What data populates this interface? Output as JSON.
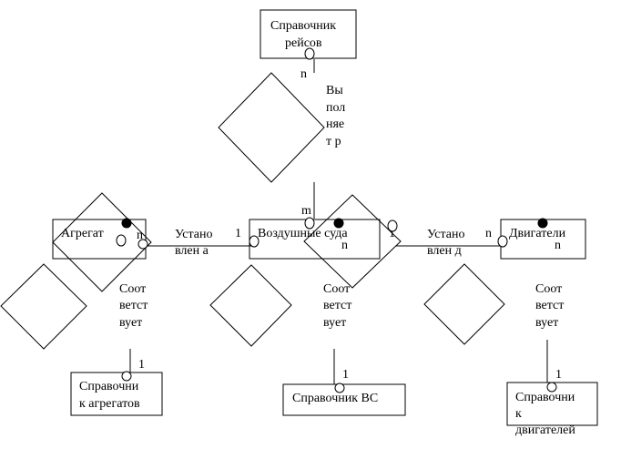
{
  "entities": {
    "flights": {
      "lines": [
        "Справочник",
        "рейсов"
      ]
    },
    "aggregate": {
      "lines": [
        "Агрегат"
      ]
    },
    "aircraft": {
      "lines": [
        "Воздушные суда"
      ]
    },
    "engines": {
      "lines": [
        "Двигатели"
      ]
    },
    "aggregates_ref": {
      "lines": [
        "Справочни",
        "к агрегатов"
      ]
    },
    "aircraft_ref": {
      "lines": [
        "Справочник ВС"
      ]
    },
    "engines_ref": {
      "lines": [
        "Справочни",
        "к",
        "двигателей"
      ]
    }
  },
  "relationships": {
    "performs": {
      "lines": [
        "Вы",
        "пол",
        "няе",
        "т р"
      ]
    },
    "installed_a": {
      "lines": [
        "Устано",
        "влен а"
      ]
    },
    "installed_d": {
      "lines": [
        "Устано",
        "влен д"
      ]
    },
    "corresponds_agg": {
      "lines": [
        "Соот",
        "ветст",
        "вует"
      ]
    },
    "corresponds_ac": {
      "lines": [
        "Соот",
        "ветст",
        "вует"
      ]
    },
    "corresponds_eng": {
      "lines": [
        "Соот",
        "ветст",
        "вует"
      ]
    }
  },
  "cardinalities": {
    "flights_n": "n",
    "aircraft_m": "m",
    "aggregate_n": "n",
    "installed_a_1": "1",
    "aircraft_n": "n",
    "installed_d_1": "1",
    "engines_left_n": "n",
    "engines_n": "n",
    "aggregates_ref_1": "1",
    "aircraft_ref_1": "1",
    "engines_ref_1": "1"
  }
}
